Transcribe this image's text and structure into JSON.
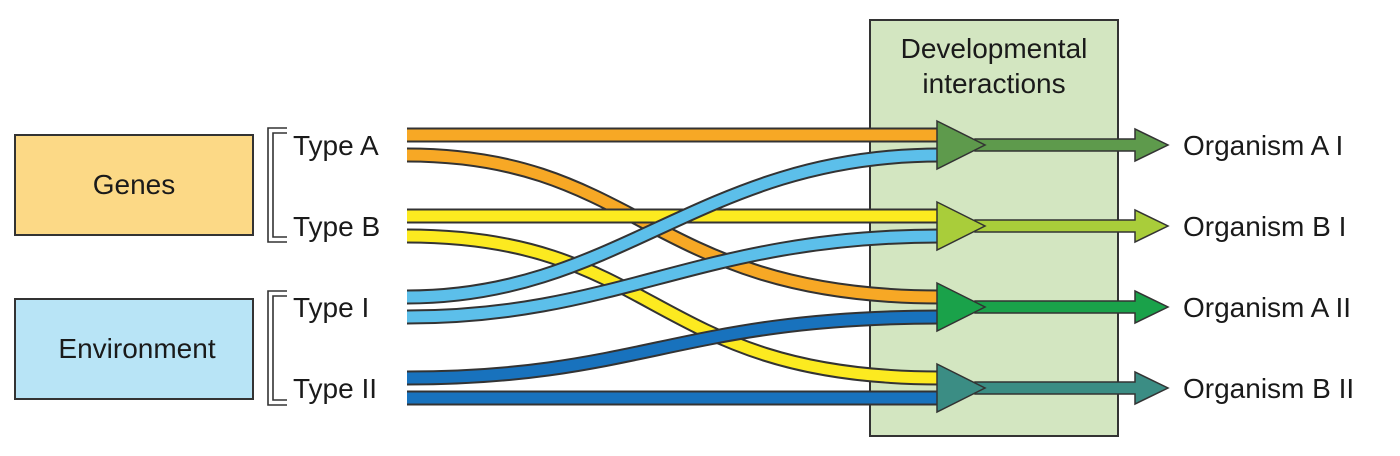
{
  "box_genes": {
    "label": "Genes",
    "fill": "#fcd986"
  },
  "box_environment": {
    "label": "Environment",
    "fill": "#b8e4f6"
  },
  "gene_types": [
    "Type A",
    "Type B"
  ],
  "environment_types": [
    "Type I",
    "Type II"
  ],
  "panel": {
    "line1": "Developmental",
    "line2": "interactions",
    "fill": "#d3e6c1"
  },
  "organisms": [
    "Organism A I",
    "Organism B I",
    "Organism A II",
    "Organism B II"
  ],
  "colors": {
    "type_a": "#f7a825",
    "type_b": "#fcea20",
    "type_i": "#5cbfea",
    "type_ii": "#1872bd",
    "arrow_a1": "#5e9a4c",
    "arrow_b1": "#a9cd3a",
    "arrow_a2": "#1aa24a",
    "arrow_b2": "#3b8d84"
  }
}
